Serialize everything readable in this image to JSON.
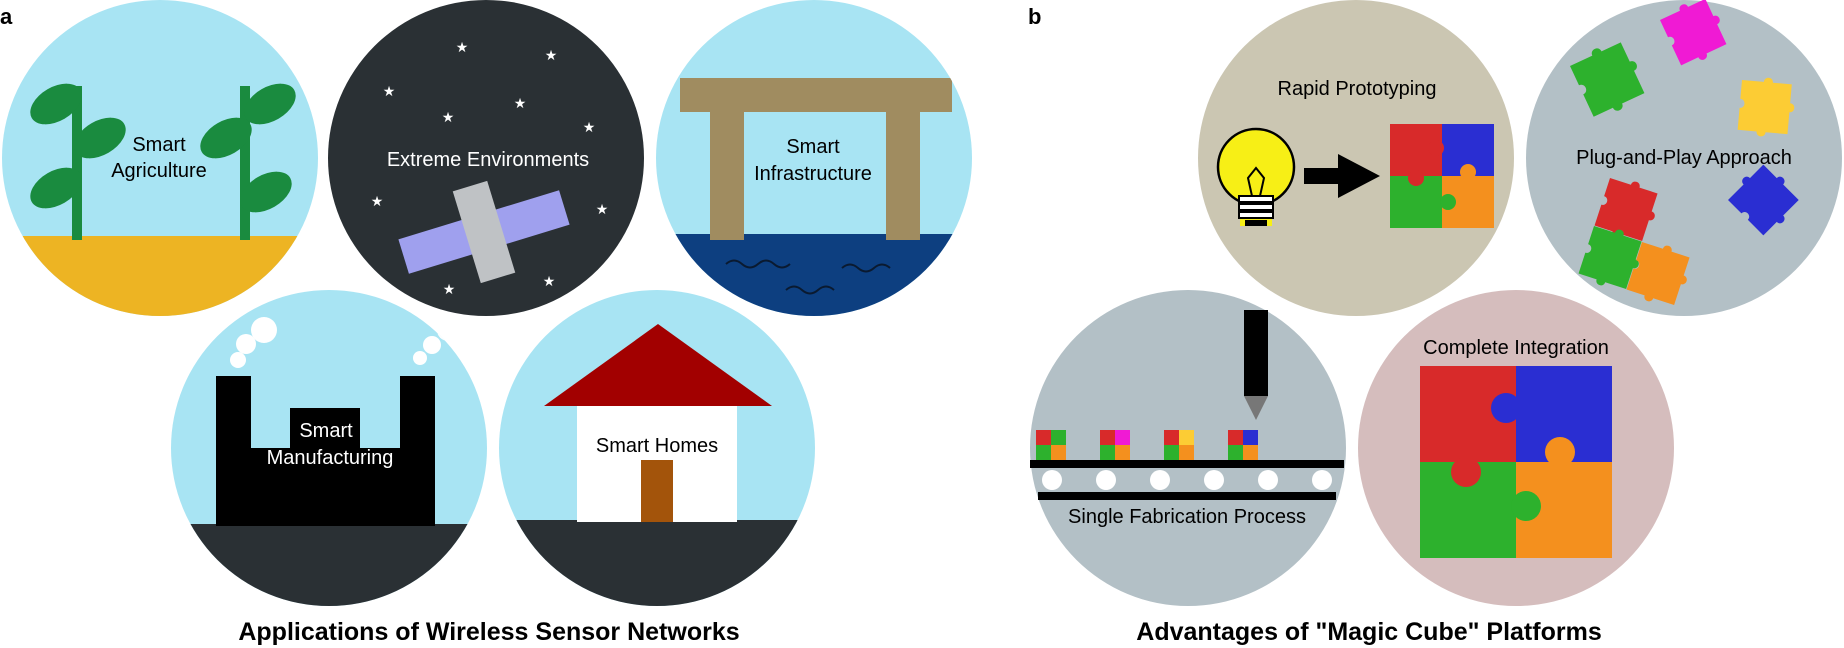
{
  "panel_a": {
    "letter": "a",
    "caption": "Applications of Wireless Sensor Networks",
    "labels": {
      "agriculture_1": "Smart",
      "agriculture_2": "Agriculture",
      "extreme": "Extreme Environments",
      "infrastructure_1": "Smart",
      "infrastructure_2": "Infrastructure",
      "manufacturing_1": "Smart",
      "manufacturing_2": "Manufacturing",
      "homes": "Smart Homes"
    }
  },
  "panel_b": {
    "letter": "b",
    "caption": "Advantages of \"Magic Cube\" Platforms",
    "labels": {
      "rapid": "Rapid Prototyping",
      "plug": "Plug-and-Play Approach",
      "fabrication": "Single Fabrication Process",
      "integration": "Complete Integration"
    }
  },
  "colors": {
    "sky": "#a8e4f3",
    "soil": "#edb423",
    "plant": "#1a8b3f",
    "night": "#2a3034",
    "satellite_panel": "#9fa0ee",
    "satellite_body": "#bfc2c5",
    "water": "#0d3f80",
    "wood": "#a08c60",
    "roof": "#a20000",
    "door": "#a3540b",
    "piece_red": "#d82a2a",
    "piece_blue": "#2a2ed2",
    "piece_green": "#2db12d",
    "piece_orange": "#f4901e",
    "piece_magenta": "#f01ad4",
    "piece_yellow": "#fccc34",
    "bulb": "#f7ef16",
    "circle_beige": "#cbc6b2",
    "circle_grey": "#b3c0c6",
    "circle_pink": "#d5bdbd"
  }
}
